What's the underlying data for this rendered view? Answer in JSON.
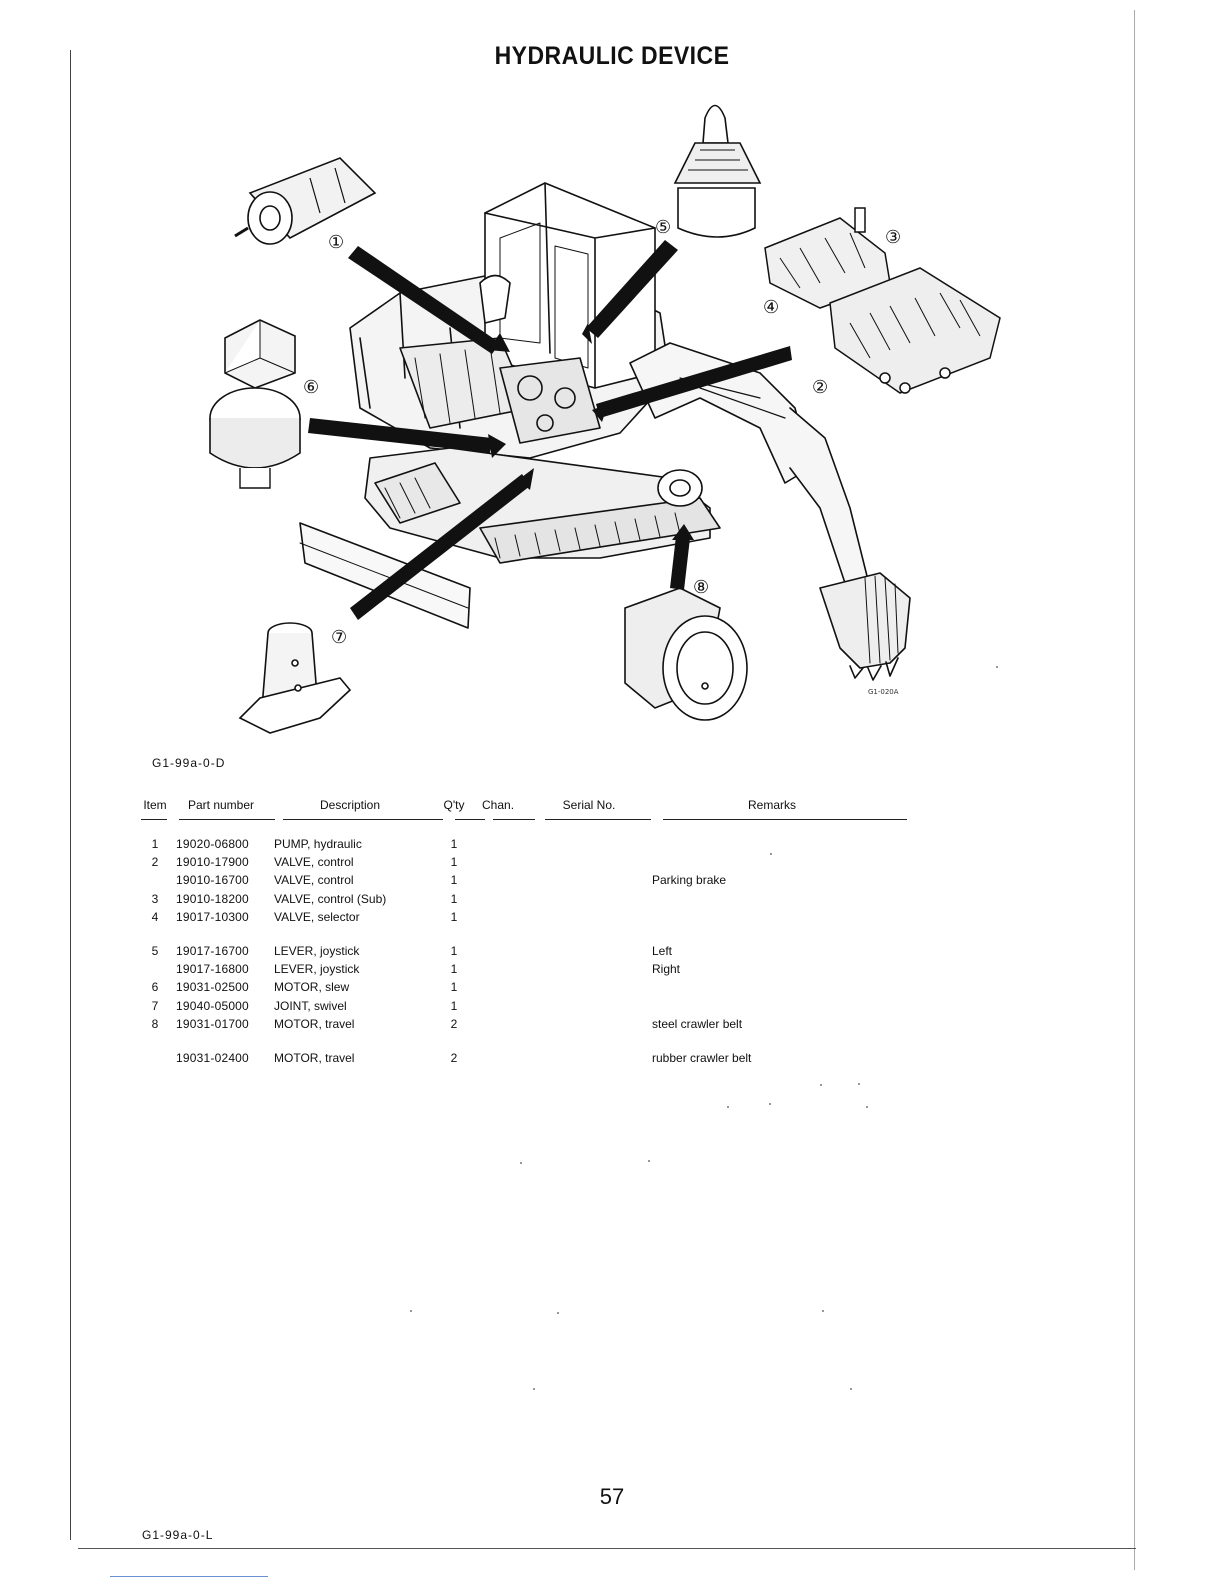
{
  "title": "HYDRAULIC DEVICE",
  "figure": {
    "code": "G1-99a-0-D",
    "image_ref": "G1-020A",
    "callouts": [
      "①",
      "②",
      "③",
      "④",
      "⑤",
      "⑥",
      "⑦",
      "⑧"
    ]
  },
  "table": {
    "headers": {
      "item": "Item",
      "part_number": "Part number",
      "description": "Description",
      "qty": "Q'ty",
      "chan": "Chan.",
      "serial": "Serial No.",
      "remarks": "Remarks"
    },
    "rows": [
      {
        "item": "1",
        "part_number": "19020-06800",
        "description": "PUMP, hydraulic",
        "qty": "1",
        "remarks": ""
      },
      {
        "item": "2",
        "part_number": "19010-17900",
        "description": "VALVE, control",
        "qty": "1",
        "remarks": ""
      },
      {
        "item": "",
        "part_number": "19010-16700",
        "description": "VALVE, control",
        "qty": "1",
        "remarks": "Parking brake"
      },
      {
        "item": "3",
        "part_number": "19010-18200",
        "description": "VALVE, control (Sub)",
        "qty": "1",
        "remarks": ""
      },
      {
        "item": "4",
        "part_number": "19017-10300",
        "description": "VALVE, selector",
        "qty": "1",
        "remarks": ""
      },
      {
        "item": "5",
        "part_number": "19017-16700",
        "description": "LEVER, joystick",
        "qty": "1",
        "remarks": "Left"
      },
      {
        "item": "",
        "part_number": "19017-16800",
        "description": "LEVER, joystick",
        "qty": "1",
        "remarks": "Right"
      },
      {
        "item": "6",
        "part_number": "19031-02500",
        "description": "MOTOR, slew",
        "qty": "1",
        "remarks": ""
      },
      {
        "item": "7",
        "part_number": "19040-05000",
        "description": "JOINT, swivel",
        "qty": "1",
        "remarks": ""
      },
      {
        "item": "8",
        "part_number": "19031-01700",
        "description": "MOTOR, travel",
        "qty": "2",
        "remarks": "steel crawler belt"
      },
      {
        "item": "",
        "part_number": "19031-02400",
        "description": "MOTOR, travel",
        "qty": "2",
        "remarks": "rubber crawler belt"
      }
    ]
  },
  "page_number": "57",
  "footer_code": "G1-99a-0-L"
}
